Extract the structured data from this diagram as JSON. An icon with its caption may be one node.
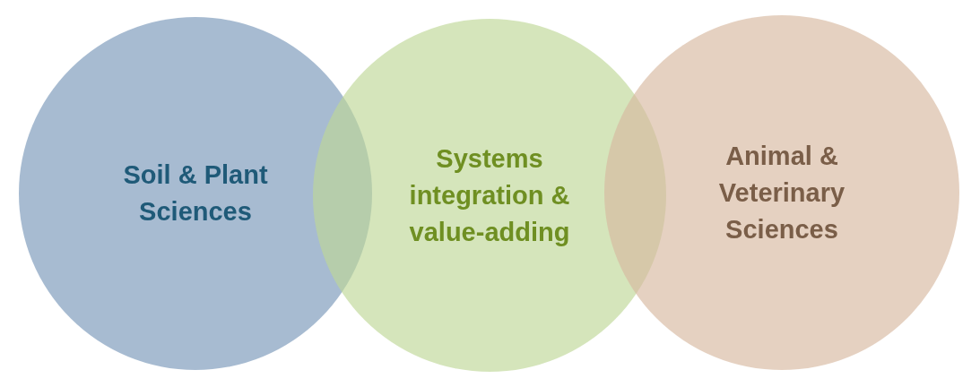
{
  "diagram": {
    "nodes": [
      {
        "text": [
          "Soil & Plant Sciences"
        ]
      },
      {
        "text": [
          "Systems integration & value-adding"
        ]
      },
      {
        "text": [
          "Animal & Veterinary Sciences"
        ]
      }
    ]
  }
}
